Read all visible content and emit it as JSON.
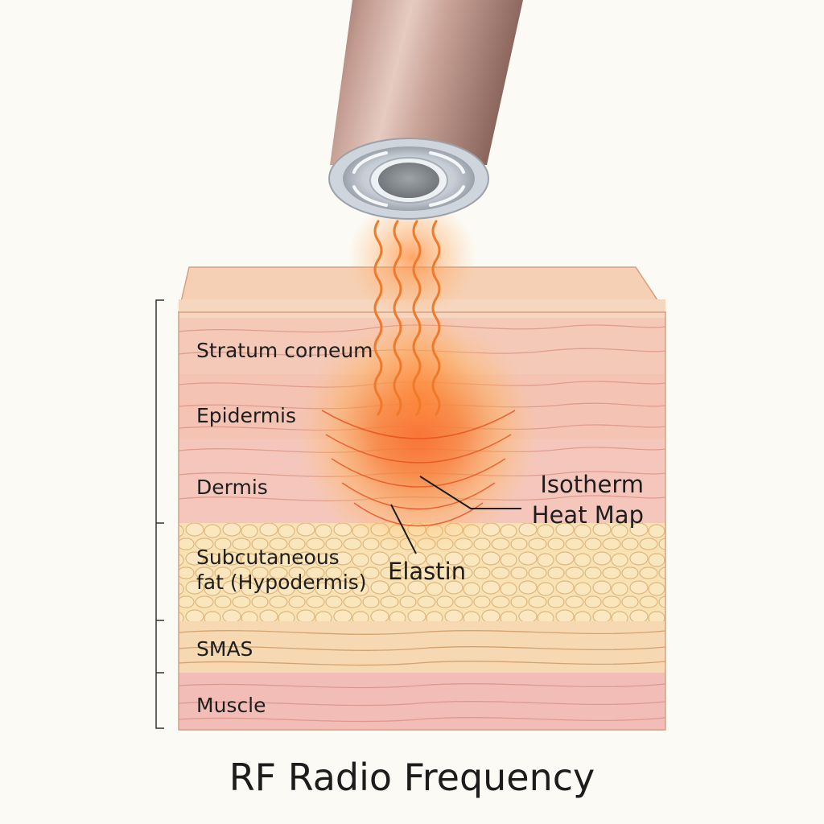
{
  "title": "RF Radio Frequency",
  "layers": {
    "stratum_corneum": "Stratum corneum",
    "epidermis": "Epidermis",
    "dermis": "Dermis",
    "subcutaneous_line1": "Subcutaneous",
    "subcutaneous_line2": "fat (Hypodermis)",
    "smas": "SMAS",
    "muscle": "Muscle"
  },
  "annotations": {
    "isotherm_line1": "Isotherm",
    "isotherm_line2": "Heat Map",
    "elastin": "Elastin"
  },
  "colors": {
    "background": "#fcfaf5",
    "skin_top": "#f6ccb3",
    "dermis_pink": "#f4c4bc",
    "fat_yellow": "#f8e2b4",
    "smas": "#f6d8b0",
    "muscle": "#f2bcb6",
    "heat_core": "#f25a1c",
    "heat_glow": "#ffa23c",
    "device_rose_gold": "#c49a8e",
    "text": "#1e1e1e"
  },
  "icons": {
    "device": "rf-device-probe-icon",
    "waves": "rf-wave-icon",
    "heat": "isotherm-heat-icon"
  }
}
